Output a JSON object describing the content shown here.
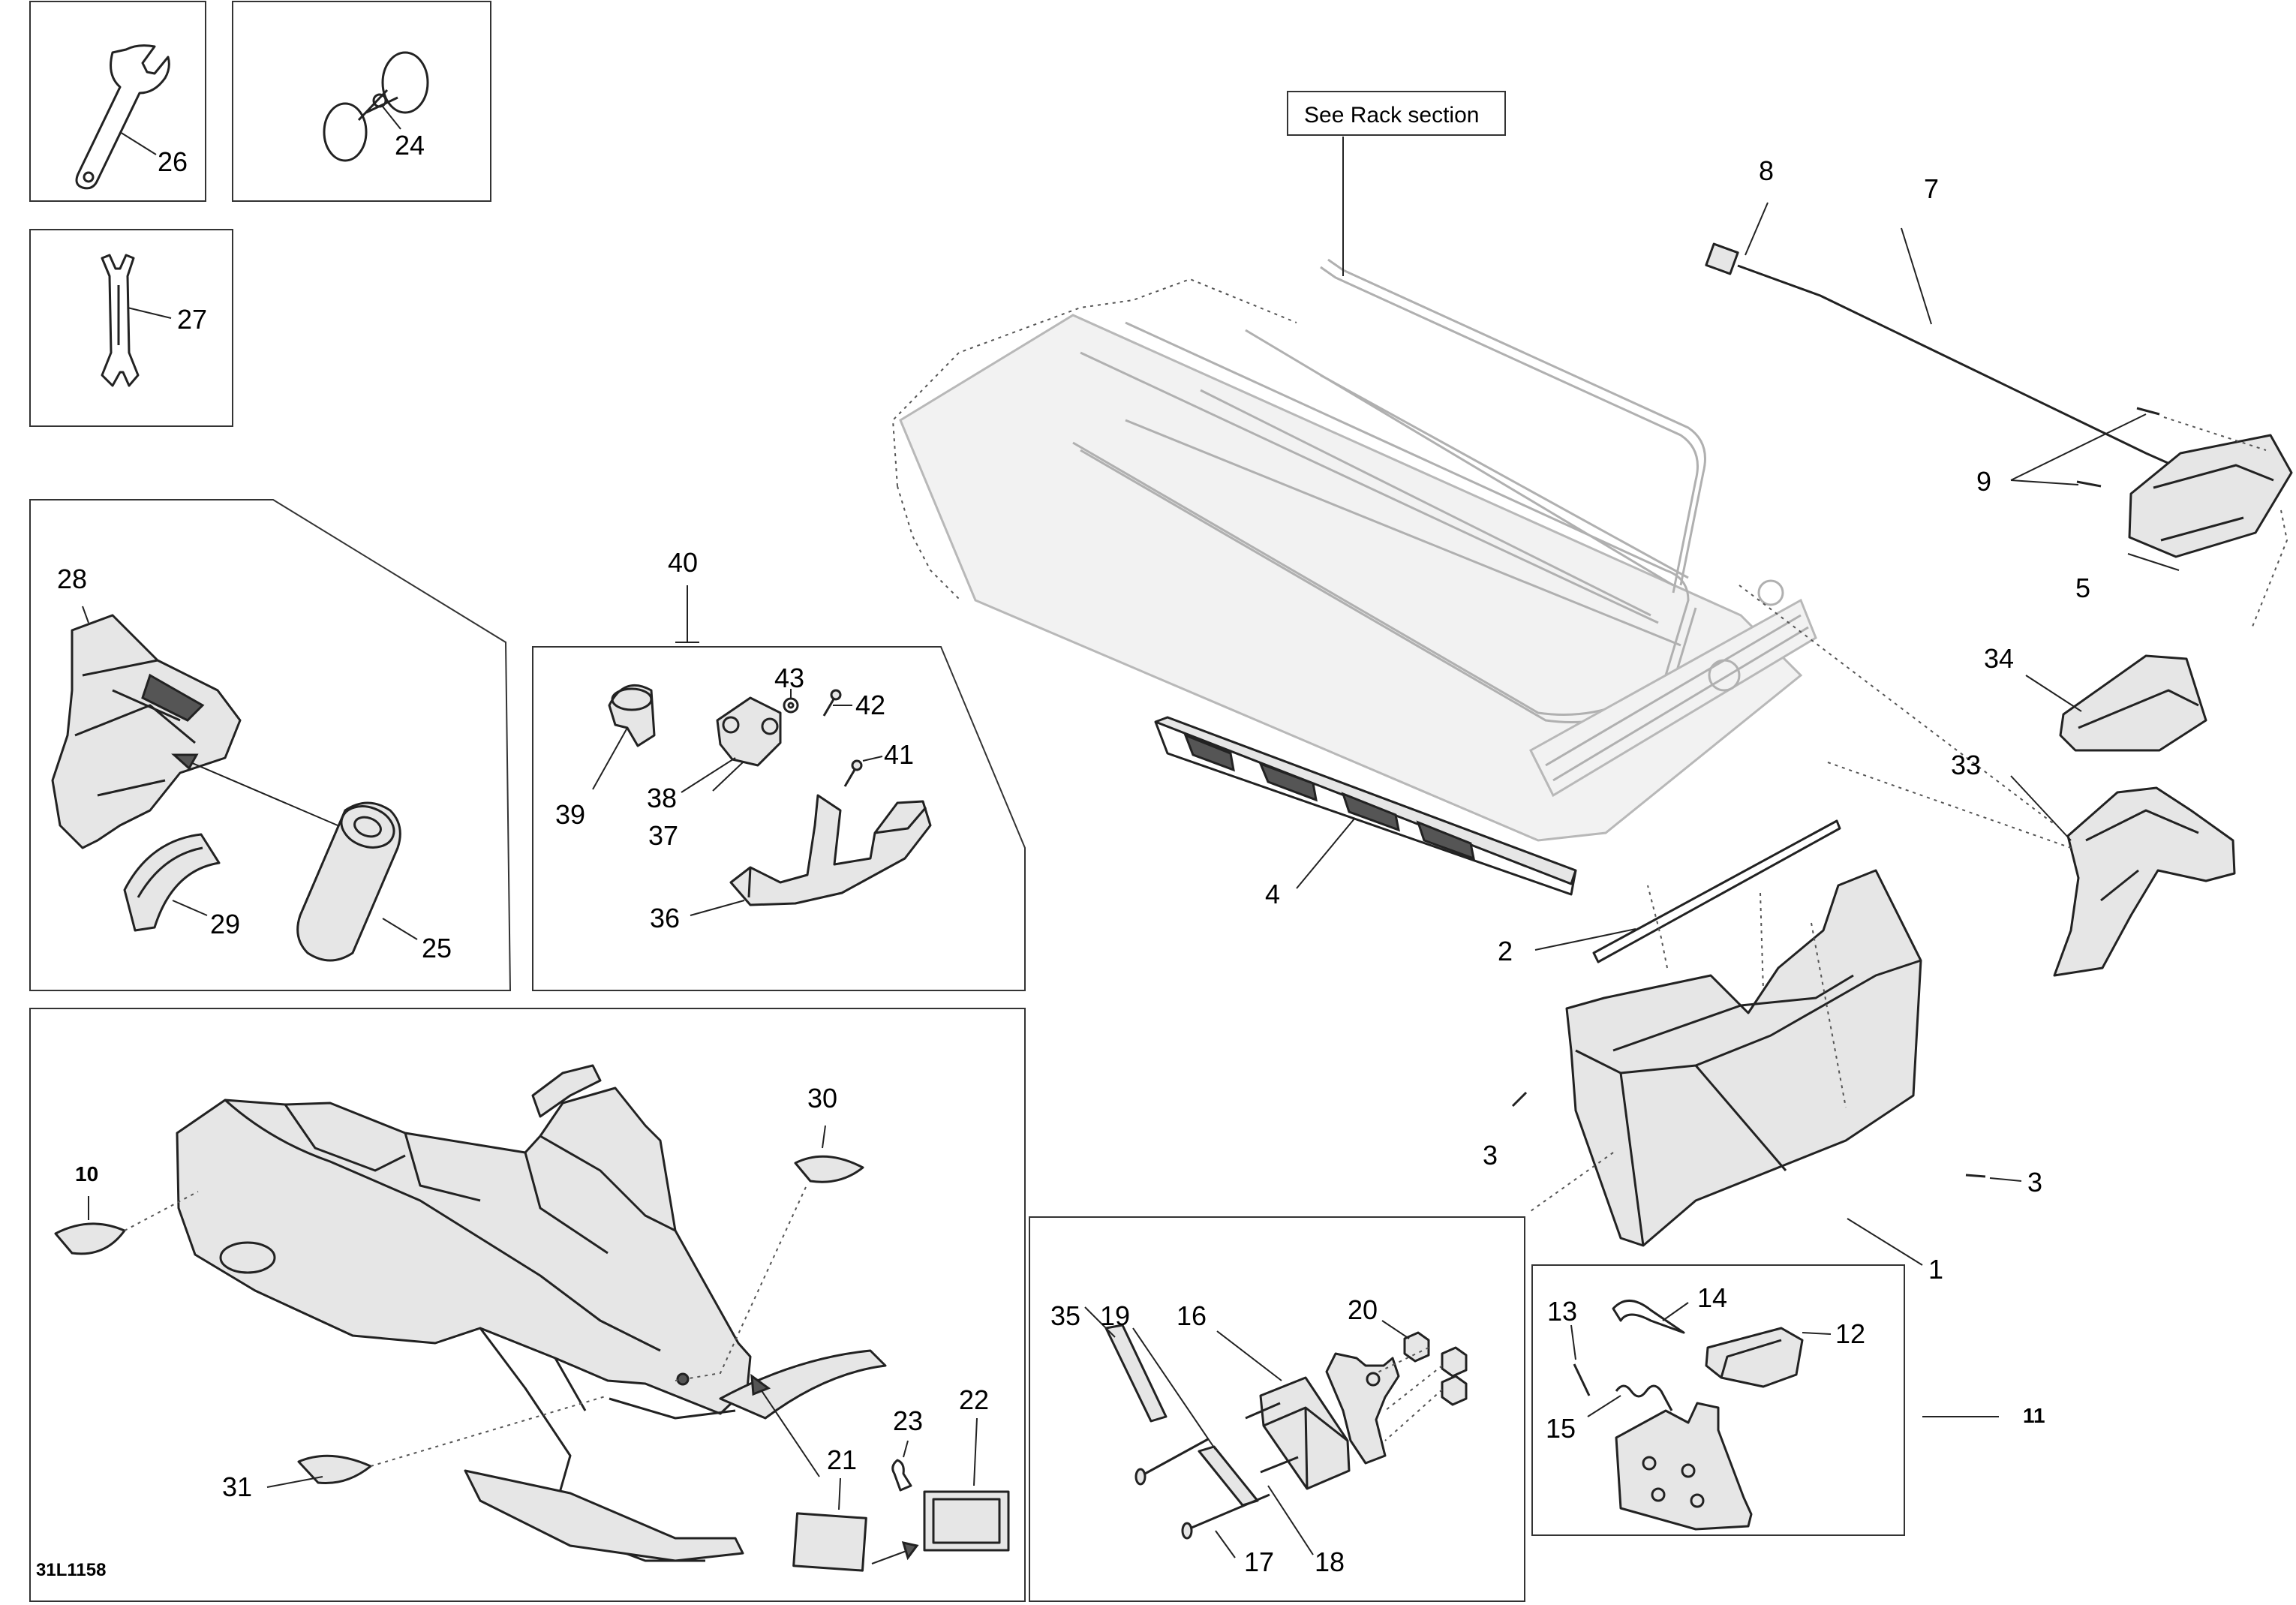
{
  "diagram_code": "31L1158",
  "reference_note": "See Rack section",
  "callouts": {
    "c1": "1",
    "c2": "2",
    "c3a": "3",
    "c3b": "3",
    "c4": "4",
    "c5": "5",
    "c7": "7",
    "c8": "8",
    "c9": "9",
    "c10": "10",
    "c11": "11",
    "c12": "12",
    "c13": "13",
    "c14": "14",
    "c15": "15",
    "c16": "16",
    "c17": "17",
    "c18": "18",
    "c19": "19",
    "c20": "20",
    "c21": "21",
    "c22": "22",
    "c23": "23",
    "c24": "24",
    "c25": "25",
    "c26": "26",
    "c27": "27",
    "c28": "28",
    "c29": "29",
    "c30": "30",
    "c31": "31",
    "c33": "33",
    "c34": "34",
    "c35": "35",
    "c36": "36",
    "c37": "37",
    "c38": "38",
    "c39": "39",
    "c40": "40",
    "c41": "41",
    "c42": "42",
    "c43": "43"
  }
}
